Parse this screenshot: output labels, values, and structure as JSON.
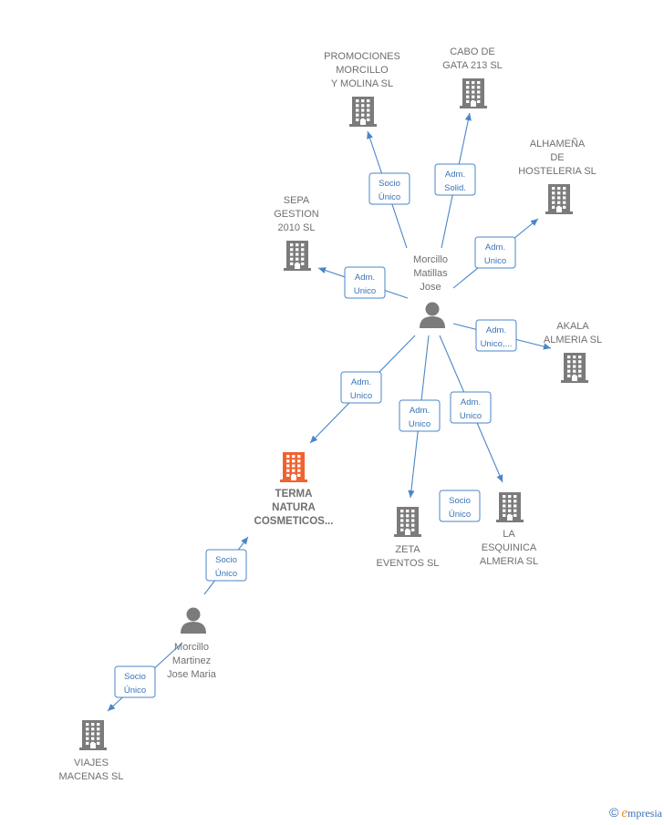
{
  "colors": {
    "edge": "#4a86c8",
    "building": "#7b7b7b",
    "highlight": "#f0622f",
    "person": "#7b7b7b"
  },
  "nodes": [
    {
      "id": "promociones",
      "type": "company",
      "label": [
        "PROMOCIONES",
        "MORCILLO",
        "Y MOLINA SL"
      ]
    },
    {
      "id": "cabo",
      "type": "company",
      "label": [
        "CABO DE",
        "GATA 213  SL"
      ]
    },
    {
      "id": "alhamena",
      "type": "company",
      "label": [
        "ALHAMEÑA",
        "DE",
        "HOSTELERIA SL"
      ]
    },
    {
      "id": "sepa",
      "type": "company",
      "label": [
        "SEPA",
        "GESTION",
        "2010 SL"
      ]
    },
    {
      "id": "akala",
      "type": "company",
      "label": [
        "AKALA",
        "ALMERIA  SL"
      ]
    },
    {
      "id": "terma",
      "type": "company-main",
      "label": [
        "TERMA",
        "NATURA",
        "COSMETICOS..."
      ]
    },
    {
      "id": "zeta",
      "type": "company",
      "label": [
        "ZETA",
        "EVENTOS  SL"
      ]
    },
    {
      "id": "esquinica",
      "type": "company",
      "label": [
        "LA",
        "ESQUINICA",
        "ALMERIA  SL"
      ]
    },
    {
      "id": "viajes",
      "type": "company",
      "label": [
        "VIAJES",
        "MACENAS  SL"
      ]
    },
    {
      "id": "jose",
      "type": "person",
      "label": [
        "Morcillo",
        "Matillas",
        "Jose"
      ]
    },
    {
      "id": "josemaria",
      "type": "person",
      "label": [
        "Morcillo",
        "Martinez",
        "Jose Maria"
      ]
    }
  ],
  "edges": [
    {
      "from": "jose",
      "to": "promociones",
      "label": [
        "Socio",
        "Único"
      ]
    },
    {
      "from": "jose",
      "to": "cabo",
      "label": [
        "Adm.",
        "Solid."
      ]
    },
    {
      "from": "jose",
      "to": "alhamena",
      "label": [
        "Adm.",
        "Unico"
      ]
    },
    {
      "from": "jose",
      "to": "sepa",
      "label": [
        "Adm.",
        "Unico"
      ]
    },
    {
      "from": "jose",
      "to": "akala",
      "label": [
        "Adm.",
        "Unico,..."
      ]
    },
    {
      "from": "jose",
      "to": "terma",
      "label": [
        "Adm.",
        "Unico"
      ]
    },
    {
      "from": "jose",
      "to": "zeta",
      "label": [
        "Adm.",
        "Unico"
      ]
    },
    {
      "from": "jose",
      "to": "esquinica",
      "label": [
        "Adm.",
        "Unico"
      ]
    },
    {
      "from": "esquinica",
      "to": "esquinica",
      "label": [
        "Socio",
        "Único"
      ]
    },
    {
      "from": "josemaria",
      "to": "terma",
      "label": [
        "Socio",
        "Único"
      ]
    },
    {
      "from": "josemaria",
      "to": "viajes",
      "label": [
        "Socio",
        "Único"
      ]
    }
  ],
  "footer": {
    "copyright": "©",
    "brand_initial": "e",
    "brand_rest": "mpresia"
  }
}
